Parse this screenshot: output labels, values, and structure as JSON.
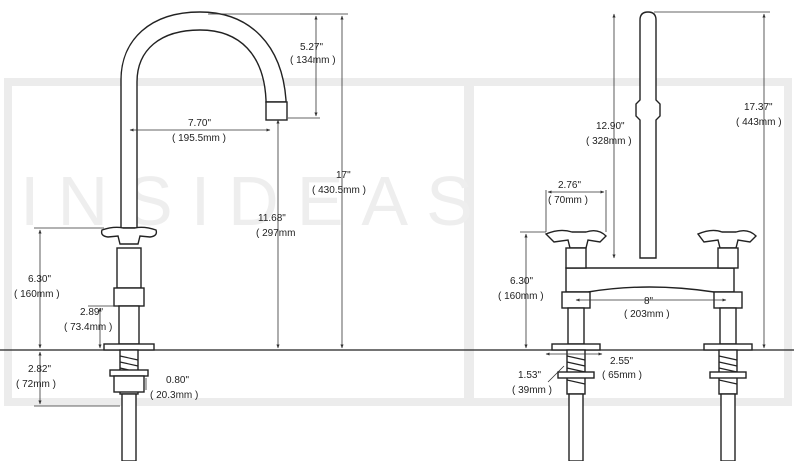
{
  "watermark": {
    "text": "INSIDEAS"
  },
  "side_view": {
    "dims": {
      "spout_drop": {
        "in": "5.27\"",
        "mm": "( 134mm )"
      },
      "spout_reach": {
        "in": "7.70\"",
        "mm": "( 195.5mm )"
      },
      "total_height": {
        "in": "17\"",
        "mm": "( 430.5mm )"
      },
      "spout_clearance": {
        "in": "11.68\"",
        "mm": "( 297mm"
      },
      "handle_height": {
        "in": "6.30\"",
        "mm": "( 160mm )"
      },
      "body_height": {
        "in": "2.89\"",
        "mm": "( 73.4mm )"
      },
      "shank_length": {
        "in": "2.82\"",
        "mm": "( 72mm )"
      },
      "shank_dia": {
        "in": "0.80\"",
        "mm": "( 20.3mm )"
      }
    }
  },
  "front_view": {
    "dims": {
      "riser_height": {
        "in": "12.90\"",
        "mm": "( 328mm )"
      },
      "total_height": {
        "in": "17.37\"",
        "mm": "( 443mm )"
      },
      "handle_width": {
        "in": "2.76\"",
        "mm": "( 70mm )"
      },
      "handle_height": {
        "in": "6.30\"",
        "mm": "( 160mm )"
      },
      "center_spacing": {
        "in": "8\"",
        "mm": "( 203mm )"
      },
      "flange_dia": {
        "in": "2.55\"",
        "mm": "( 65mm )"
      },
      "shank_dia": {
        "in": "1.53\"",
        "mm": "( 39mm )"
      }
    }
  }
}
